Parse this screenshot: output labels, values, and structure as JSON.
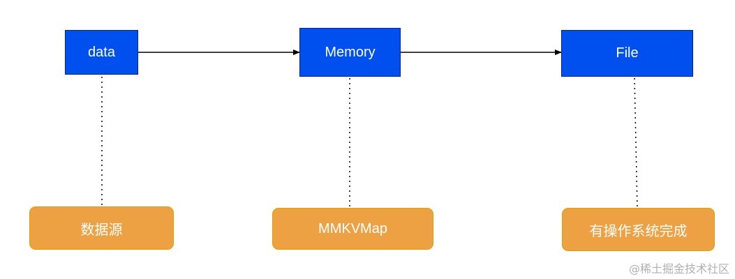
{
  "nodes": {
    "data": "data",
    "memory": "Memory",
    "file": "File",
    "data_source": "数据源",
    "mmkvmap": "MMKVMap",
    "operation_done": "有操作系统完成"
  },
  "colors": {
    "blue_fill": "#0050ef",
    "blue_stroke": "#001dbc",
    "orange_fill": "#eda143",
    "orange_stroke": "#e0a000"
  },
  "watermark": "@稀土掘金技术社区"
}
